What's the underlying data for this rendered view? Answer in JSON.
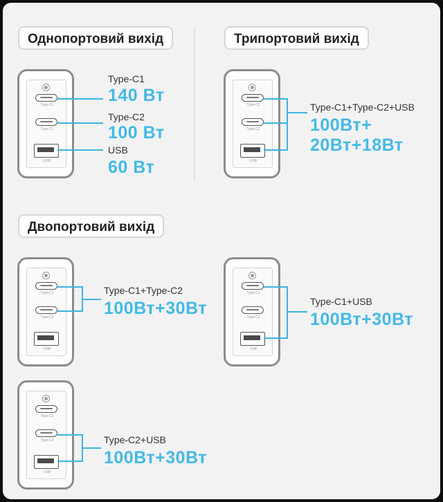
{
  "sections": {
    "single": "Однопортовий вихід",
    "triple": "Трипортовий вихід",
    "dual": "Двопортовий вихід"
  },
  "charger": {
    "port_c1": "Type-C1",
    "port_c2": "Type-C2",
    "port_usb": "USB"
  },
  "single_port": [
    {
      "port": "Type-C1",
      "power": "140 Вт"
    },
    {
      "port": "Type-C2",
      "power": "100 Вт"
    },
    {
      "port": "USB",
      "power": "60 Вт"
    }
  ],
  "triple_port": {
    "ports": "Type-C1+Type-C2+USB",
    "power_line1": "100Вт+",
    "power_line2": "20Вт+18Вт"
  },
  "dual_port": [
    {
      "ports": "Type-C1+Type-C2",
      "power": "100Вт+30Вт"
    },
    {
      "ports": "Type-C1+USB",
      "power": "100Вт+30Вт"
    },
    {
      "ports": "Type-C2+USB",
      "power": "100Вт+30Вт"
    }
  ],
  "colors": {
    "accent": "#44b9e6",
    "connector": "#3bb4e2"
  }
}
